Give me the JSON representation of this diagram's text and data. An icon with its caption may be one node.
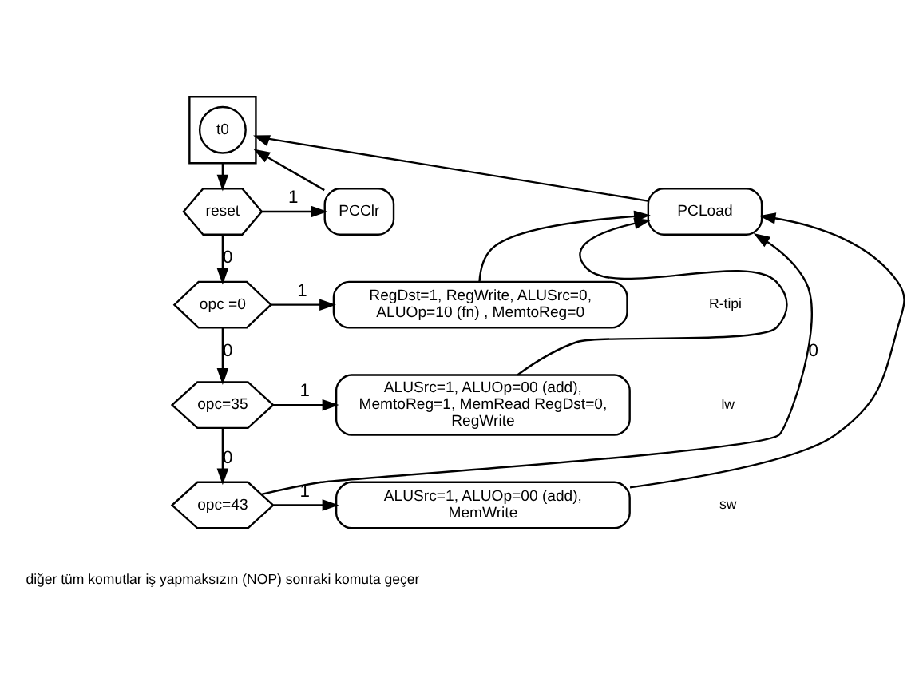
{
  "diagram": {
    "nodes": [
      {
        "text": [],
        "shape": "box"
      },
      {
        "text": [
          "t0"
        ],
        "in": 0
      },
      {
        "text": [
          "reset"
        ]
      },
      {
        "text": [
          "PCClr"
        ]
      },
      {
        "text": [
          "PCLoad"
        ]
      },
      {
        "text": [
          "opc =0"
        ]
      },
      {
        "text": [
          "RegDst=1, RegWrite, ALUSrc=0, ALUOp=10 (fn) , MemtoReg=0"
        ]
      },
      {
        "text": [
          "opc=35"
        ]
      },
      {
        "text": [
          "ALUSrc=1, ALUOp=00 (add), MemtoReg=1, MemRead RegDst=0, RegWrite"
        ]
      },
      {
        "text": [
          "opc=43"
        ]
      },
      {
        "text": [
          "ALUSrc=1, ALUOp=00 (add), MemWrite"
        ]
      }
    ],
    "edges": [
      {
        "from": 0,
        "to": 2,
        "arrow": "to"
      },
      {
        "from": 2,
        "to": 3,
        "arrow": "to",
        "label": "1"
      },
      {
        "from": 3,
        "to": 0,
        "arrow": "to"
      },
      {
        "from": 4,
        "to": 0,
        "arrow": "to"
      },
      {
        "from": 2,
        "to": 5,
        "arrow": "to",
        "label": "0"
      },
      {
        "from": 5,
        "to": 6,
        "arrow": "to",
        "label": "1"
      },
      {
        "from": 6,
        "to": 4,
        "arrow": "to"
      },
      {
        "from": 5,
        "to": 7,
        "arrow": "to",
        "label": "0"
      },
      {
        "from": 7,
        "to": 8,
        "arrow": "to",
        "label": "1"
      },
      {
        "from": 8,
        "to": 4,
        "arrow": "to"
      },
      {
        "from": 7,
        "to": 9,
        "arrow": "to",
        "label": "0"
      },
      {
        "from": 9,
        "to": 10,
        "arrow": "to",
        "label": "1"
      },
      {
        "from": 10,
        "to": 4,
        "arrow": "to"
      },
      {
        "from": 9,
        "to": 4,
        "arrow": "to",
        "label": "0"
      }
    ],
    "labels": [
      "R-tipi",
      "lw",
      "sw",
      "diğer tüm komutlar iş yapmaksızın (NOP) sonraki komuta geçer"
    ]
  }
}
